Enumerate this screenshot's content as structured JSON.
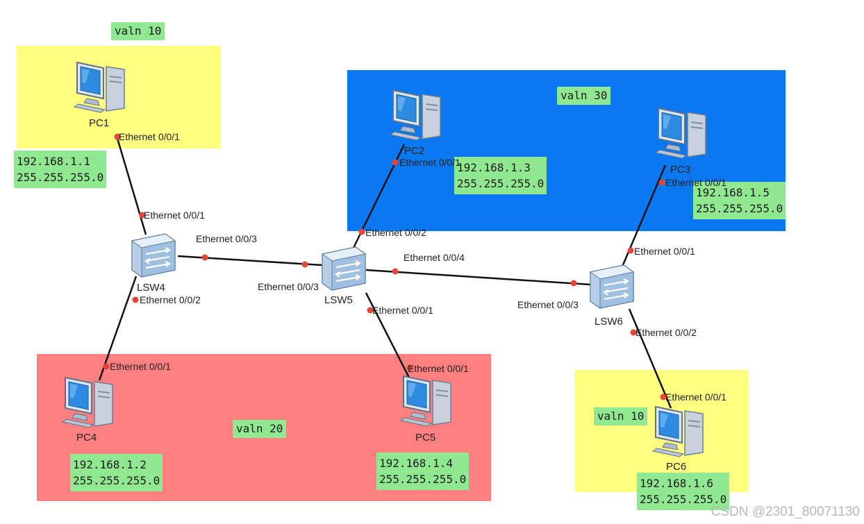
{
  "zones": [
    {
      "id": "vlan10-top",
      "label": "valn 10",
      "color": "#ffff80"
    },
    {
      "id": "vlan30",
      "label": "valn 30",
      "color": "#0a78f0"
    },
    {
      "id": "vlan20",
      "label": "valn 20",
      "color": "#ff8080"
    },
    {
      "id": "vlan10-bottom",
      "label": "valn 10",
      "color": "#ffff80"
    }
  ],
  "label_color": "#90e890",
  "link_color": "#111111",
  "port_dot_color": "#e8443a",
  "devices": {
    "pc1": {
      "name": "PC1",
      "ip": "192.168.1.1",
      "mask": "255.255.255.0"
    },
    "pc2": {
      "name": "PC2",
      "ip": "192.168.1.3",
      "mask": "255.255.255.0"
    },
    "pc3": {
      "name": "PC3",
      "ip": "192.168.1.5",
      "mask": "255.255.255.0"
    },
    "pc4": {
      "name": "PC4",
      "ip": "192.168.1.2",
      "mask": "255.255.255.0"
    },
    "pc5": {
      "name": "PC5",
      "ip": "192.168.1.4",
      "mask": "255.255.255.0"
    },
    "pc6": {
      "name": "PC6",
      "ip": "192.168.1.6",
      "mask": "255.255.255.0"
    },
    "lsw4": {
      "name": "LSW4"
    },
    "lsw5": {
      "name": "LSW5"
    },
    "lsw6": {
      "name": "LSW6"
    }
  },
  "ports": {
    "pc1_e1": "Ethernet 0/0/1",
    "lsw4_e1": "Ethernet 0/0/1",
    "lsw4_e3": "Ethernet 0/0/3",
    "lsw4_e2": "Ethernet 0/0/2",
    "pc4_e1": "Ethernet 0/0/1",
    "pc2_e1": "Ethernet 0/0/1",
    "lsw5_e2": "Ethernet 0/0/2",
    "lsw5_e3": "Ethernet 0/0/3",
    "lsw5_e4": "Ethernet 0/0/4",
    "lsw5_e1": "Ethernet 0/0/1",
    "pc5_e1": "Ethernet 0/0/1",
    "pc3_e1": "Ethernet 0/0/1",
    "lsw6_e1": "Ethernet 0/0/1",
    "lsw6_e3": "Ethernet 0/0/3",
    "lsw6_e2": "Ethernet 0/0/2",
    "pc6_e1": "Ethernet 0/0/1"
  },
  "watermark": "CSDN @2301_80071130"
}
